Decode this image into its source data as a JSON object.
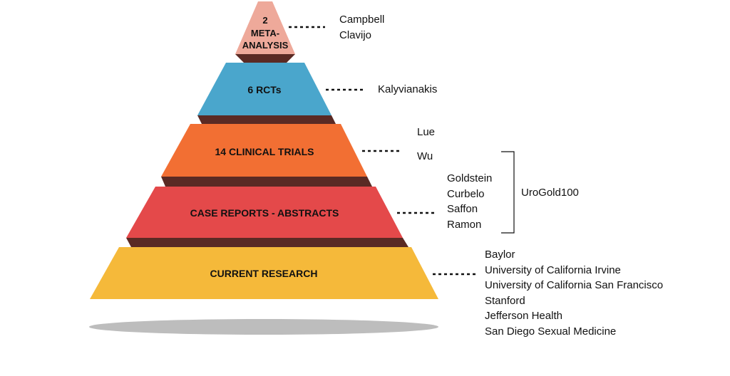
{
  "colors": {
    "tier1": "#eea99a",
    "tier2": "#4aa6cc",
    "tier3": "#f26f33",
    "tier4": "#e4494a",
    "tier5": "#f5b93a",
    "side": "#5a2a24",
    "shadow": "#bdbdbd",
    "leader": "#111111"
  },
  "tiers": [
    {
      "label_lines": [
        "2",
        "META-",
        "ANALYSIS"
      ]
    },
    {
      "label": "6 RCTs"
    },
    {
      "label": "14 CLINICAL TRIALS"
    },
    {
      "label": "CASE REPORTS - ABSTRACTS"
    },
    {
      "label": "CURRENT RESEARCH"
    }
  ],
  "references": {
    "meta_analysis": [
      "Campbell",
      "Clavijo"
    ],
    "rcts": [
      "Kalyvianakis"
    ],
    "clinical_trials": [
      "Lue",
      "Wu"
    ],
    "case_reports": [
      "Goldstein",
      "Curbelo",
      "Saffon",
      "Ramon"
    ],
    "current_research": [
      "Baylor",
      "University of California Irvine",
      "University of California San Francisco",
      "Stanford",
      "Jefferson Health",
      "San Diego Sexual Medicine"
    ]
  },
  "group": {
    "label": "UroGold100"
  }
}
